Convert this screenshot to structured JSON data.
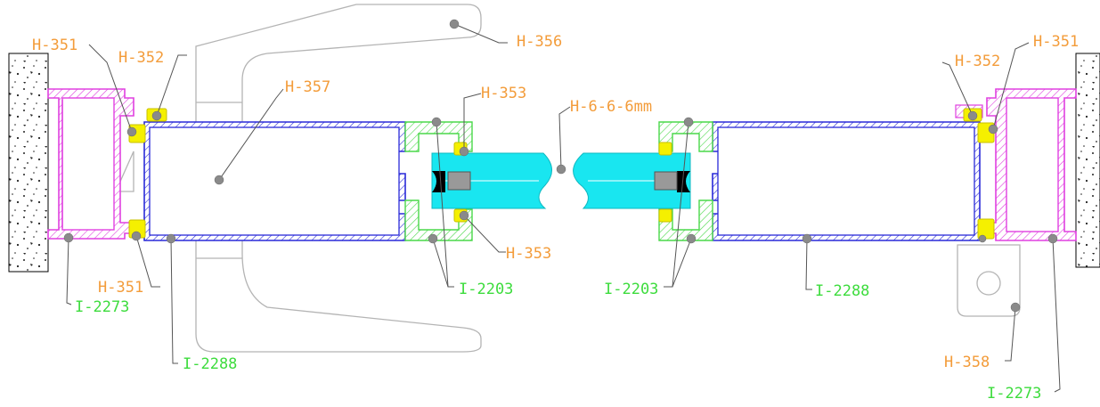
{
  "labels": {
    "h351_tl": "H-351",
    "h352_tl": "H-352",
    "h356": "H-356",
    "h357": "H-357",
    "h353_top": "H-353",
    "glass": "H-6-6-6mm",
    "h353_bot": "H-353",
    "h352_tr": "H-352",
    "h351_tr": "H-351",
    "h351_bl": "H-351",
    "i2273_l": "I-2273",
    "i2203_l": "I-2203",
    "i2203_r": "I-2203",
    "i2288_r": "I-2288",
    "i2288_l": "I-2288",
    "h358": "H-358",
    "i2273_r": "I-2273"
  },
  "colors": {
    "orange_label": "#f39c3a",
    "green_label": "#3ddc3d",
    "frame_magenta": "#e040e0",
    "sash_blue": "#2a2ad8",
    "bead_green": "#4ad84a",
    "glass_cyan": "#19e6f0",
    "gasket_yellow": "#f5f000",
    "handle_gray": "#b4b4b4"
  }
}
